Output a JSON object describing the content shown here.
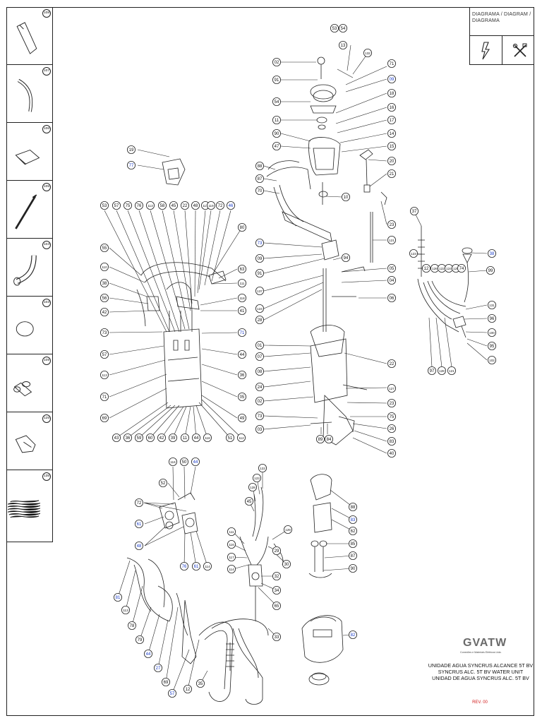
{
  "title_block": {
    "label": "DIAGRAMA / DIAGRAM / DIAGRAMA",
    "icons": [
      "electrical-icon",
      "tools-icon"
    ]
  },
  "side_parts": [
    {
      "number": "108",
      "icon": "tube-piece-icon"
    },
    {
      "number": "107",
      "icon": "curved-tube-icon"
    },
    {
      "number": "106",
      "icon": "gasket-sheet-icon"
    },
    {
      "number": "105",
      "icon": "rod-probe-icon"
    },
    {
      "number": "104",
      "icon": "elbow-hose-icon"
    },
    {
      "number": "103",
      "icon": "ring-disc-icon"
    },
    {
      "number": "109",
      "icon": "fitting-connector-icon"
    },
    {
      "number": "125",
      "icon": "nozzle-cap-icon"
    },
    {
      "number": "135",
      "icon": "wire-bundle-icon"
    }
  ],
  "callouts": {
    "top_center": [
      "53",
      "54",
      "13",
      "132",
      "02",
      "91",
      "71",
      "09",
      "54",
      "18",
      "16",
      "11",
      "17",
      "90",
      "14",
      "47",
      "15",
      "88",
      "20",
      "87",
      "21",
      "70",
      "10",
      "37",
      "23",
      "73",
      "121",
      "09",
      "123",
      "91",
      "94",
      "05",
      "38",
      "137",
      "04",
      "124",
      "06",
      "28",
      "12",
      "126",
      "122",
      "124",
      "129",
      "74",
      "99",
      "131",
      "96",
      "100",
      "95",
      "102",
      "97",
      "128",
      "121",
      "127",
      "22",
      "01",
      "07",
      "08",
      "24",
      "23",
      "02",
      "75",
      "73",
      "26",
      "83",
      "89",
      "84",
      "40",
      "03",
      "25"
    ],
    "left_assembly": [
      "19",
      "77",
      "53",
      "57",
      "75",
      "76",
      "113",
      "58",
      "45",
      "22",
      "48",
      "117",
      "119",
      "72",
      "46",
      "80",
      "55",
      "110",
      "63",
      "38",
      "111",
      "56",
      "118",
      "42",
      "41",
      "73",
      "71",
      "57",
      "44",
      "113",
      "36",
      "71",
      "05",
      "49",
      "69",
      "43",
      "36",
      "59",
      "60",
      "42",
      "39",
      "11",
      "44",
      "118",
      "51",
      "112"
    ],
    "bottom_left": [
      "116",
      "50",
      "44",
      "52",
      "72",
      "61",
      "48",
      "76",
      "61",
      "114",
      "81",
      "113",
      "78",
      "79",
      "44",
      "27",
      "69",
      "57",
      "12",
      "35"
    ],
    "bottom_center": [
      "122",
      "128",
      "123",
      "45",
      "111",
      "129",
      "116",
      "29",
      "117",
      "30",
      "114",
      "32",
      "34",
      "65",
      "33"
    ],
    "bottom_right": [
      "88",
      "83",
      "62",
      "85",
      "87",
      "90",
      "82"
    ]
  },
  "logo": {
    "word": "GVATW",
    "tagline": "Conexões e Materiais Elétricos Ltda."
  },
  "bottom_title": {
    "line1": "UNIDADE AGUA SYNCRUS ALCANCE 5T BV",
    "line2": "SYNCRUS ALC. 5T BV WATER UNIT",
    "line3": "UNIDAD DE AGUA SYNCRUS ALC. 5T BV"
  },
  "revision": "REV. 00",
  "colors": {
    "line": "#222222",
    "highlight_number": "#1a3cc8",
    "revision": "#d21c1c",
    "logo": "#6a6a6a"
  }
}
